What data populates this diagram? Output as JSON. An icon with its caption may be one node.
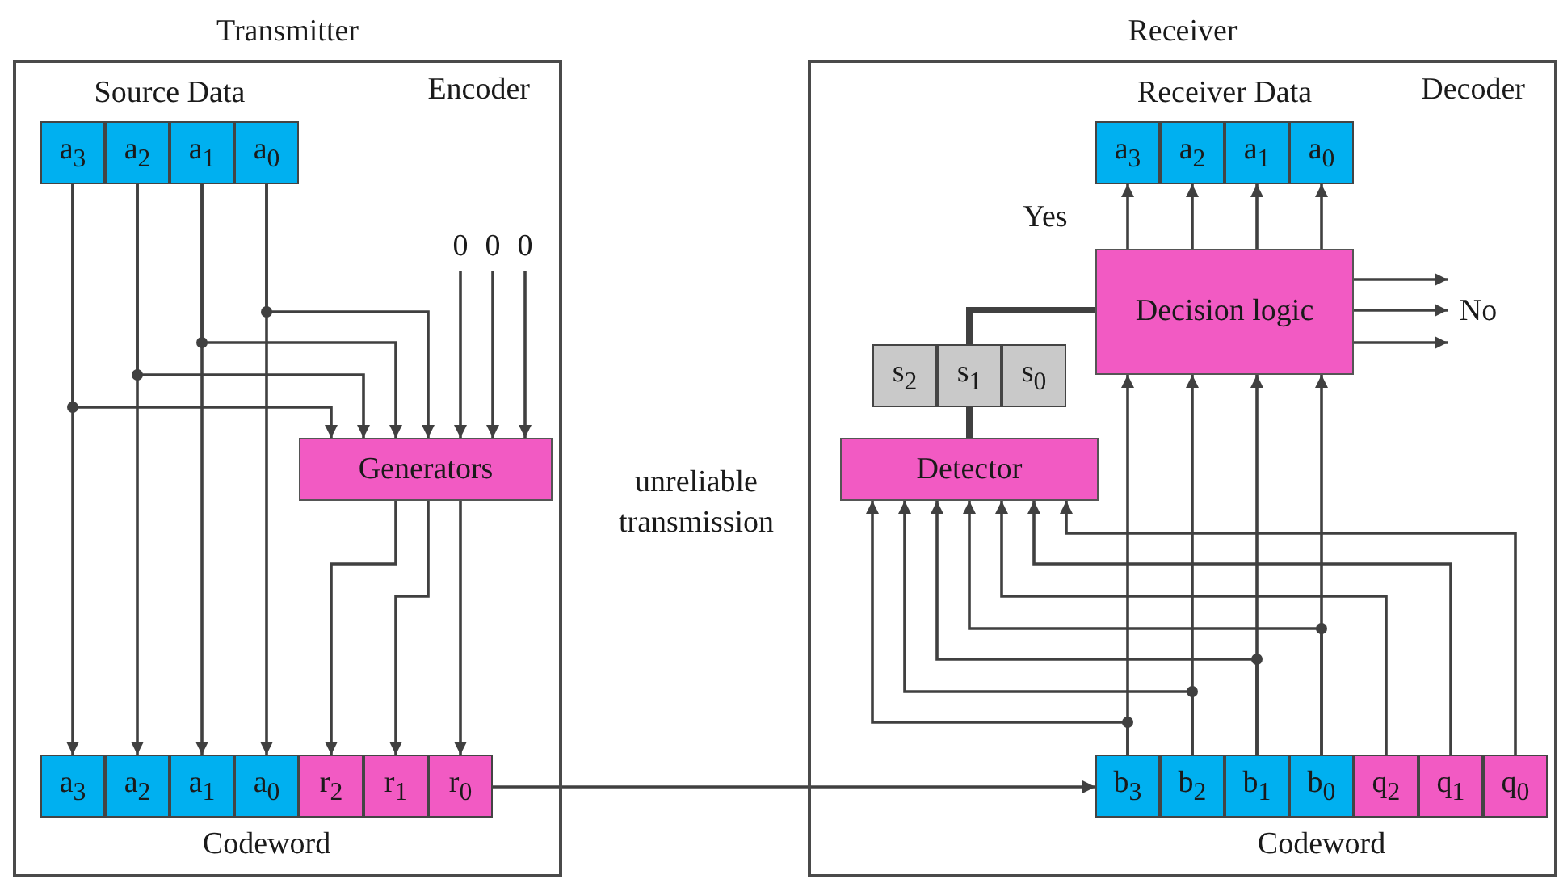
{
  "diagram": {
    "nodes": [
      {
        "text": [
          "Transmitter",
          "Encoder"
        ]
      },
      {
        "text": [
          "Source Data"
        ],
        "in": 0
      },
      {
        "text": [
          "a$_{3}$"
        ],
        "in": 1
      },
      {
        "text": [
          "a$_{2}$"
        ],
        "in": 1
      },
      {
        "text": [
          "a$_{1}$"
        ],
        "in": 1
      },
      {
        "text": [
          "a$_{0}$"
        ],
        "in": 1
      },
      {
        "text": [
          "0"
        ],
        "in": 0
      },
      {
        "text": [
          "0"
        ],
        "in": 0
      },
      {
        "text": [
          "0"
        ],
        "in": 0
      },
      {
        "text": [
          "Generators"
        ],
        "in": 0
      },
      {
        "text": [
          "Codeword"
        ],
        "in": 0
      },
      {
        "text": [
          "a$_{3}$"
        ],
        "in": 10
      },
      {
        "text": [
          "a$_{2}$"
        ],
        "in": 10
      },
      {
        "text": [
          "a$_{1}$"
        ],
        "in": 10
      },
      {
        "text": [
          "a$_{0}$"
        ],
        "in": 10
      },
      {
        "text": [
          "r$_{2}$"
        ],
        "in": 10
      },
      {
        "text": [
          "r$_{1}$"
        ],
        "in": 10
      },
      {
        "text": [
          "r$_{0}$"
        ],
        "in": 10
      },
      {
        "text": [
          "Receiver",
          "Decoder"
        ]
      },
      {
        "text": [
          "Receiver Data"
        ],
        "in": 18
      },
      {
        "text": [
          "a$_{3}$"
        ],
        "in": 19
      },
      {
        "text": [
          "a$_{2}$"
        ],
        "in": 19
      },
      {
        "text": [
          "a$_{1}$"
        ],
        "in": 19
      },
      {
        "text": [
          "a$_{0}$"
        ],
        "in": 19
      },
      {
        "text": [
          "Decision logic"
        ],
        "in": 18
      },
      {
        "text": [
          "s$_{2}$"
        ],
        "in": 18
      },
      {
        "text": [
          "s$_{1}$"
        ],
        "in": 18
      },
      {
        "text": [
          "s$_{0}$"
        ],
        "in": 18
      },
      {
        "text": [
          "Detector"
        ],
        "in": 18
      },
      {
        "text": [
          "Codeword"
        ],
        "in": 18
      },
      {
        "text": [
          "b$_{3}$"
        ],
        "in": 29
      },
      {
        "text": [
          "b$_{2}$"
        ],
        "in": 29
      },
      {
        "text": [
          "b$_{1}$"
        ],
        "in": 29
      },
      {
        "text": [
          "b$_{0}$"
        ],
        "in": 29
      },
      {
        "text": [
          "q$_{2}$"
        ],
        "in": 29
      },
      {
        "text": [
          "q$_{1}$"
        ],
        "in": 29
      },
      {
        "text": [
          "q$_{0}$"
        ],
        "in": 29
      },
      {
        "text": [
          "No"
        ],
        "in": 18
      }
    ],
    "edges": [
      {
        "from": 2,
        "to": 11,
        "arrow": "to"
      },
      {
        "from": 3,
        "to": 12,
        "arrow": "to"
      },
      {
        "from": 4,
        "to": 13,
        "arrow": "to"
      },
      {
        "from": 5,
        "to": 14,
        "arrow": "to"
      },
      {
        "from": 5,
        "to": 9,
        "arrow": "to"
      },
      {
        "from": 4,
        "to": 9,
        "arrow": "to"
      },
      {
        "from": 3,
        "to": 9,
        "arrow": "to"
      },
      {
        "from": 2,
        "to": 9,
        "arrow": "to"
      },
      {
        "from": 6,
        "to": 9,
        "arrow": "to"
      },
      {
        "from": 7,
        "to": 9,
        "arrow": "to"
      },
      {
        "from": 8,
        "to": 9,
        "arrow": "to"
      },
      {
        "from": 9,
        "to": 15,
        "arrow": "to"
      },
      {
        "from": 9,
        "to": 16,
        "arrow": "to"
      },
      {
        "from": 9,
        "to": 17,
        "arrow": "to"
      },
      {
        "from": 10,
        "to": 29,
        "arrow": "to"
      },
      {
        "from": 24,
        "to": 20,
        "arrow": "to"
      },
      {
        "from": 24,
        "to": 21,
        "arrow": "to"
      },
      {
        "from": 24,
        "to": 22,
        "arrow": "to"
      },
      {
        "from": 24,
        "to": 23,
        "arrow": "to"
      },
      {
        "from": 30,
        "to": 24,
        "arrow": "to"
      },
      {
        "from": 31,
        "to": 24,
        "arrow": "to"
      },
      {
        "from": 32,
        "to": 24,
        "arrow": "to"
      },
      {
        "from": 33,
        "to": 24,
        "arrow": "to"
      },
      {
        "from": 30,
        "to": 28,
        "arrow": "to"
      },
      {
        "from": 31,
        "to": 28,
        "arrow": "to"
      },
      {
        "from": 32,
        "to": 28,
        "arrow": "to"
      },
      {
        "from": 33,
        "to": 28,
        "arrow": "to"
      },
      {
        "from": 34,
        "to": 28,
        "arrow": "to"
      },
      {
        "from": 35,
        "to": 28,
        "arrow": "to"
      },
      {
        "from": 36,
        "to": 28,
        "arrow": "to"
      },
      {
        "from": 28,
        "to": 26,
        "arrow": "none",
        "style": "thick"
      },
      {
        "from": 26,
        "to": 24,
        "arrow": "none",
        "style": "thick"
      },
      {
        "from": 24,
        "to": 37,
        "arrow": "to"
      },
      {
        "from": 24,
        "to": 37,
        "arrow": "to"
      },
      {
        "from": 24,
        "to": 37,
        "arrow": "to"
      }
    ],
    "labels": [
      "unreliable transmission",
      "Yes"
    ]
  }
}
